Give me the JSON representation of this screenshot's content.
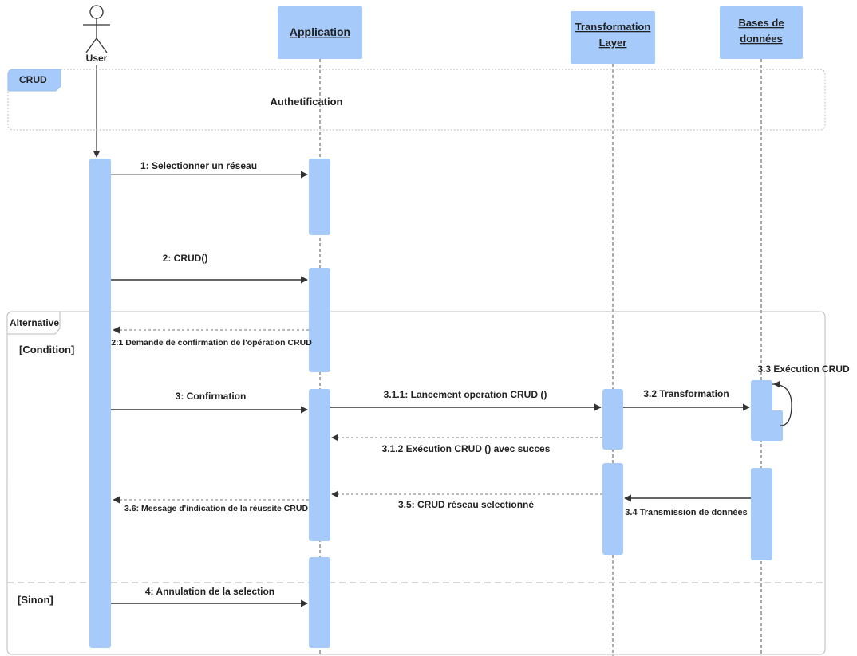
{
  "participants": {
    "user": "User",
    "application": "Application",
    "transformation_line1": "Transformation",
    "transformation_line2": "Layer",
    "db_line1": "Bases de",
    "db_line2": "données"
  },
  "fragments": {
    "crud": {
      "tag": "CRUD",
      "content": "Authetification"
    },
    "alternative": {
      "tag": "Alternative",
      "guard_if": "[Condition]",
      "guard_else": "[Sinon]"
    }
  },
  "messages": {
    "m1": "1: Selectionner un réseau",
    "m2": "2: CRUD()",
    "m21": "2:1 Demande de confirmation de l'opération CRUD",
    "m3": "3: Confirmation",
    "m311": "3.1.1: Lancement operation CRUD ()",
    "m32": "3.2 Transformation",
    "m33": "3.3 Exécution CRUD",
    "m312": "3.1.2 Exécution CRUD () avec succes",
    "m35": "3.5: CRUD réseau selectionné",
    "m34": "3.4 Transmission de données",
    "m36": "3.6: Message d'indication de la réussite CRUD",
    "m4": "4: Annulation de la selection"
  },
  "colors": {
    "box_fill": "#a6cbfb",
    "line": "#333333",
    "frame": "#c8c8c8"
  },
  "icons": [
    "actor-stick-figure-icon",
    "arrowhead-icon"
  ]
}
